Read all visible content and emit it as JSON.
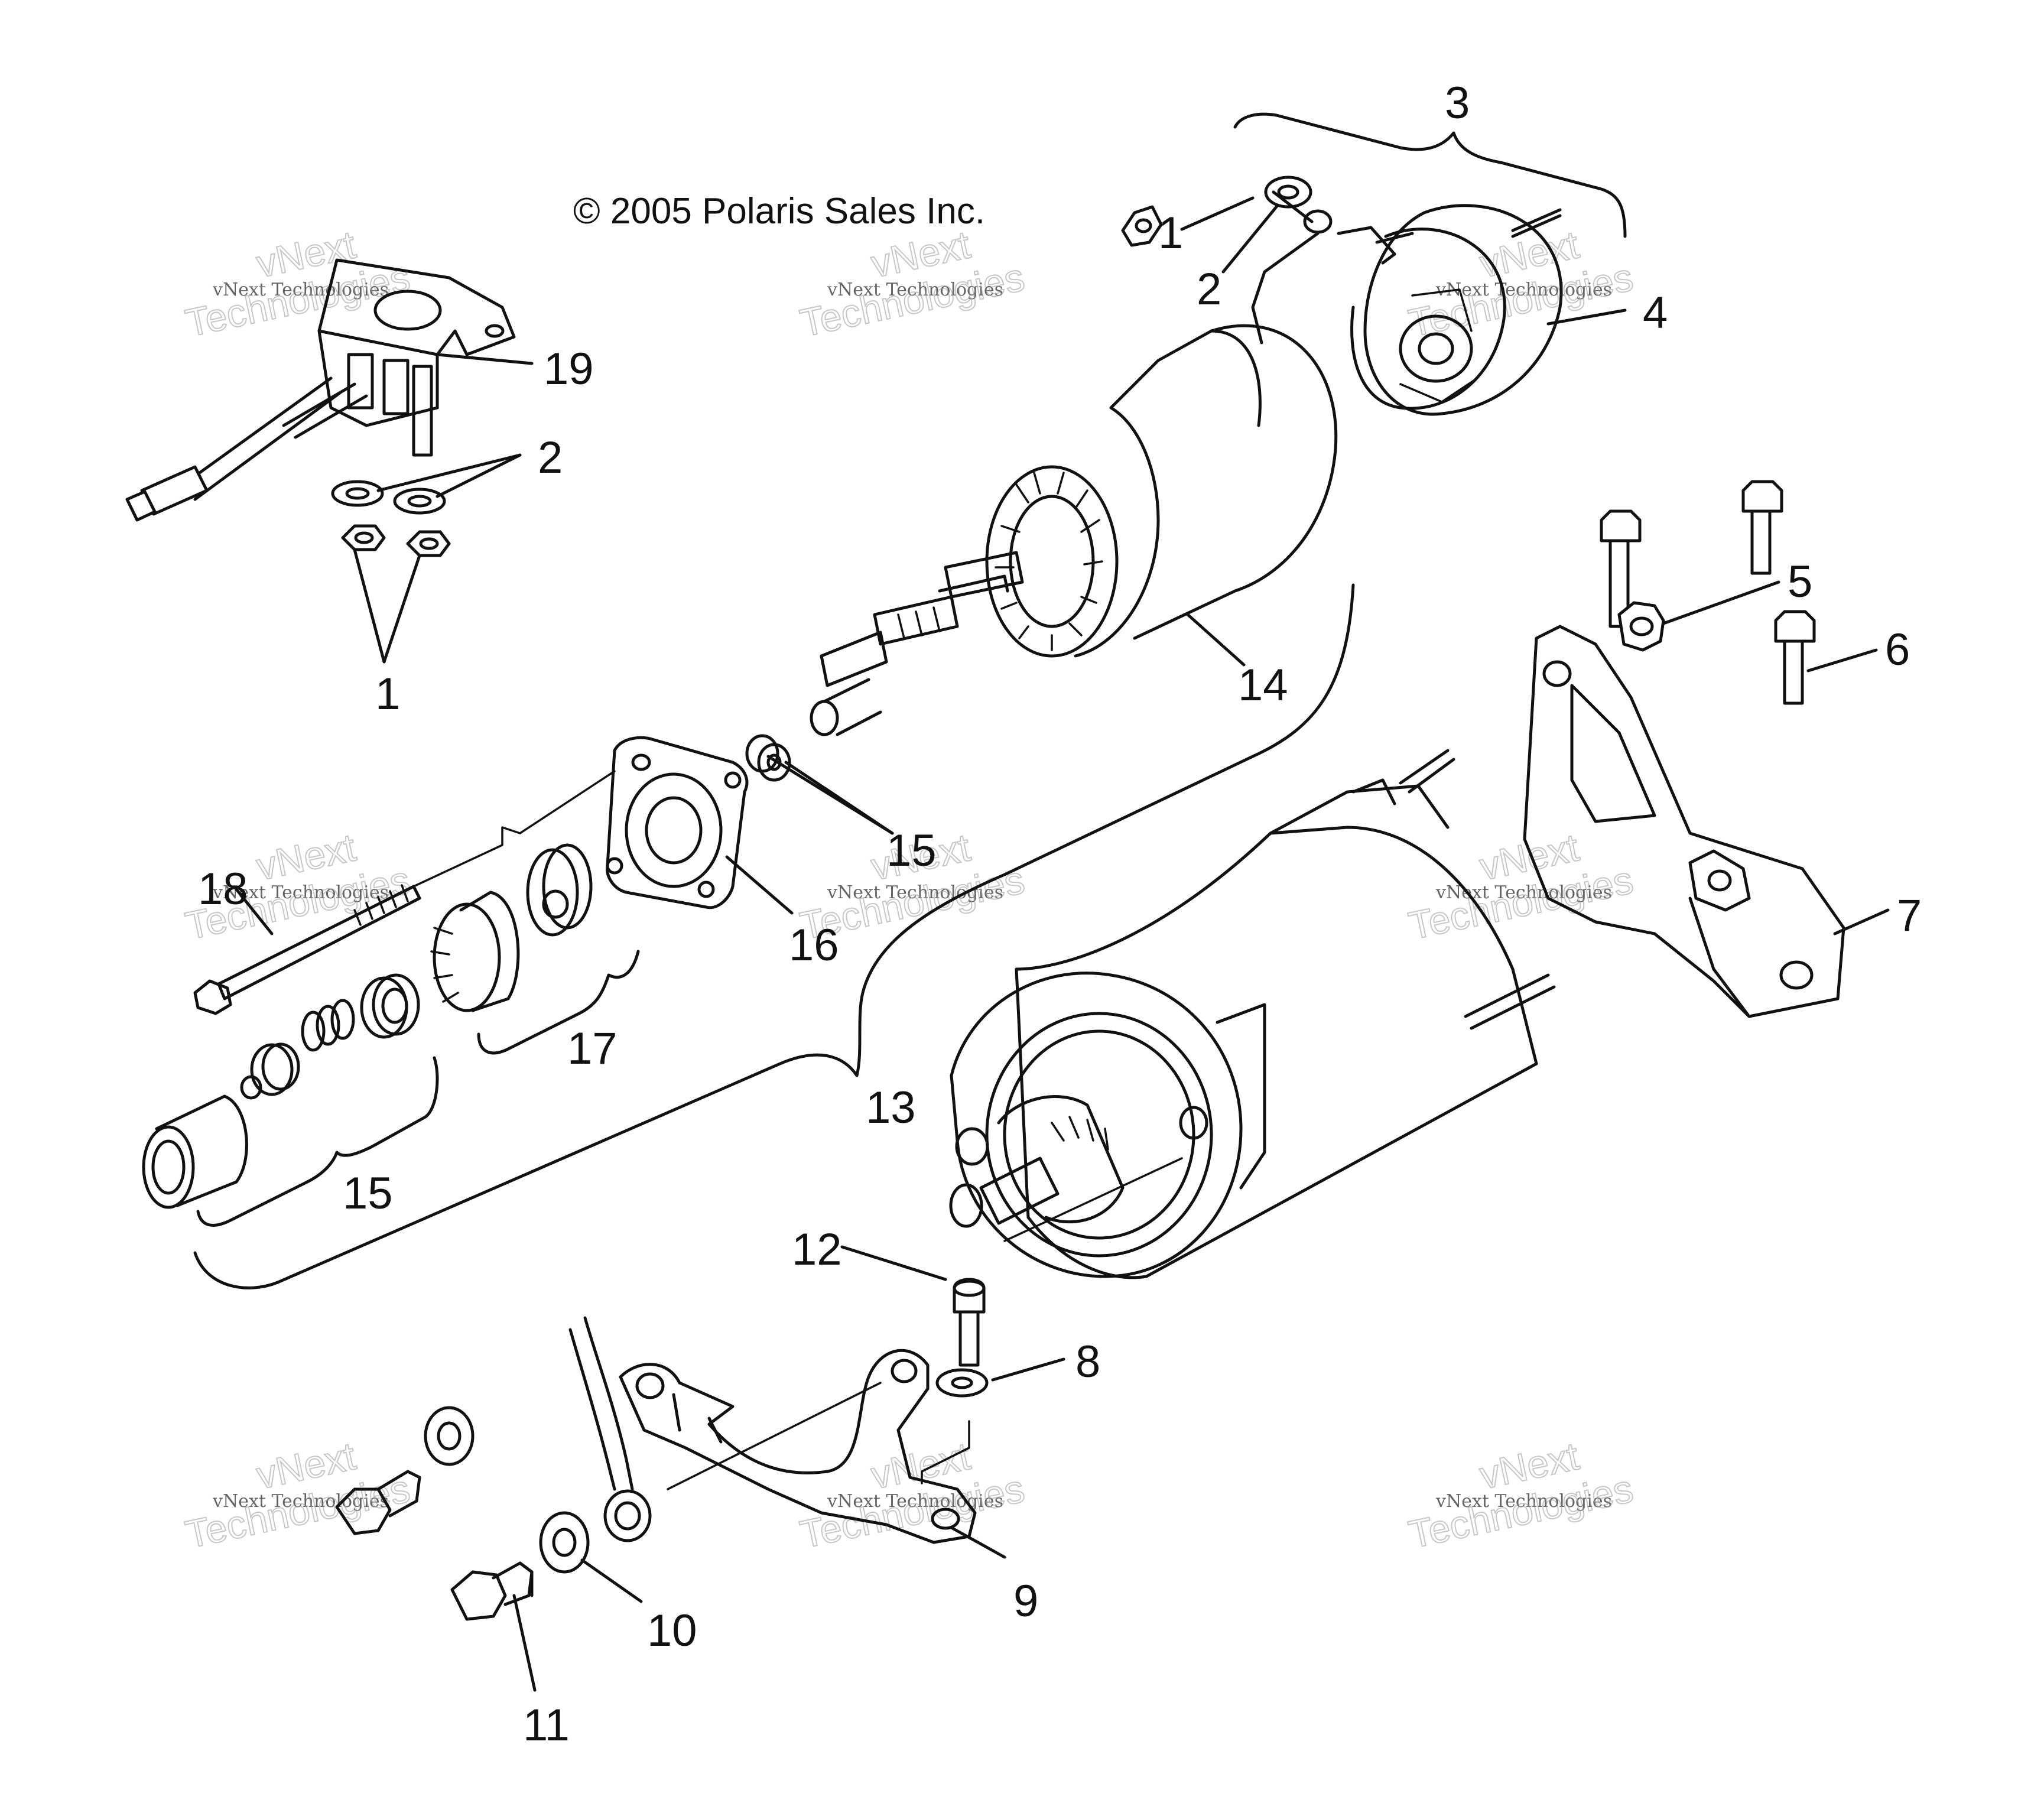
{
  "copyright": "© 2005 Polaris Sales Inc.",
  "watermark": {
    "line1": "vNext Technologies",
    "line2": "vNext",
    "line3": "Technologies"
  },
  "callouts": {
    "c1_top": "1",
    "c2_top": "2",
    "c3": "3",
    "c4": "4",
    "c19": "19",
    "c2_left": "2",
    "c1_left": "1",
    "c5": "5",
    "c6": "6",
    "c7": "7",
    "c14": "14",
    "c15_mid": "15",
    "c16": "16",
    "c17": "17",
    "c18": "18",
    "c13": "13",
    "c15_low": "15",
    "c12": "12",
    "c8": "8",
    "c9": "9",
    "c10": "10",
    "c11": "11"
  },
  "colors": {
    "ink": "#111111",
    "paper": "#ffffff",
    "watermark": "#9a9a9a"
  }
}
